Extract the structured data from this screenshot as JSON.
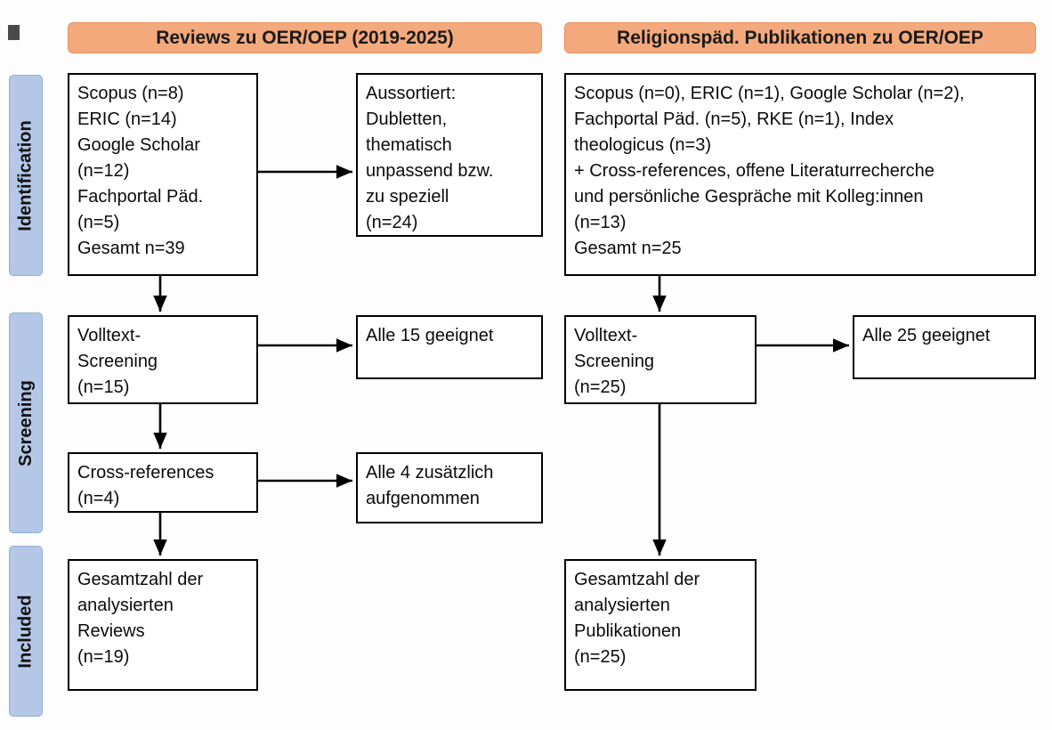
{
  "colors": {
    "header_bg": "#f4a97c",
    "stage_bg": "#b4c7e7",
    "box_border": "#000000"
  },
  "headers": {
    "left": "Reviews zu OER/OEP (2019-2025)",
    "right": "Religionspäd. Publikationen zu OER/OEP"
  },
  "stages": {
    "identification": "Identification",
    "screening": "Screening",
    "included": "Included"
  },
  "left_column": {
    "sources": "Scopus (n=8)\nERIC (n=14)\nGoogle Scholar\n(n=12)\nFachportal Päd.\n(n=5)\nGesamt n=39",
    "excluded": "Aussortiert:\nDubletten,\nthematisch\nunpassend bzw.\nzu speziell\n(n=24)",
    "fulltext": "Volltext-\nScreening\n(n=15)",
    "eligible": "Alle 15 geeignet",
    "crossref": "Cross-references\n(n=4)",
    "crossref_added": "Alle 4 zusätzlich\naufgenommen",
    "total": "Gesamtzahl der\nanalysierten\nReviews\n(n=19)"
  },
  "right_column": {
    "sources": "Scopus (n=0), ERIC (n=1), Google Scholar (n=2),\nFachportal Päd. (n=5), RKE (n=1), Index\ntheologicus (n=3)\n+ Cross-references, offene Literaturrecherche\nund persönliche Gespräche mit Kolleg:innen\n(n=13)\nGesamt n=25",
    "fulltext": "Volltext-\nScreening\n(n=25)",
    "eligible": "Alle 25 geeignet",
    "total": "Gesamtzahl der\nanalysierten\nPublikationen\n(n=25)"
  }
}
